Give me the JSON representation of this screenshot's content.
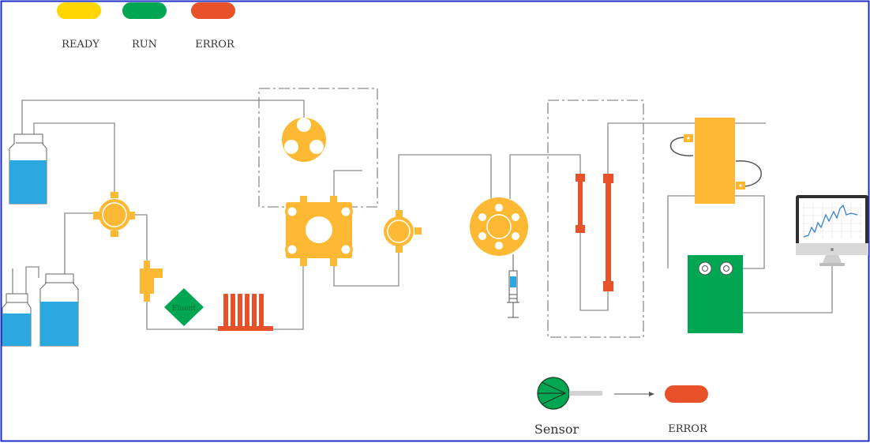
{
  "legend": {
    "ready": {
      "label": "READY",
      "color": "#FFD700"
    },
    "run": {
      "label": "RUN",
      "color": "#00A651"
    },
    "error": {
      "label": "ERROR",
      "color": "#E8522A"
    }
  },
  "components": {
    "eluent_label": "Eluent"
  },
  "sensor": {
    "label": "Sensor",
    "status_label": "ERROR",
    "status_color": "#E8522A",
    "color": "#00A651"
  },
  "colors": {
    "frame": "#1E2FC8",
    "pipe": "#8C8C8C",
    "component": "#FDB933",
    "column": "#E8522A",
    "bottle_liquid": "#2BA8E0",
    "detector": "#00A651",
    "eluent_box": "#00A651"
  }
}
